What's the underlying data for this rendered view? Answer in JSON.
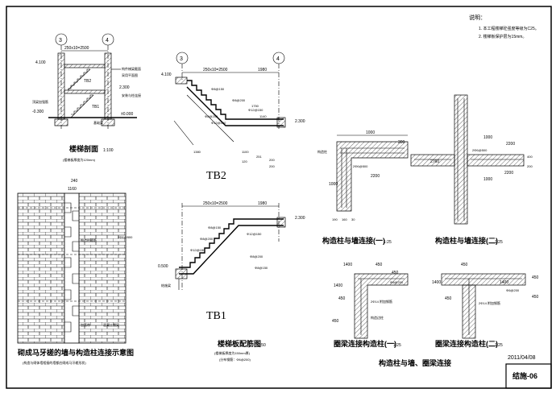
{
  "notes": {
    "heading": "说明：",
    "items": [
      "1. 本工程楼梯砼强度等级为C25。",
      "2. 楼梯板保护层为15mm。"
    ]
  },
  "section": {
    "axis_left": "3",
    "axis_right": "4",
    "dim_top": "250x10=2500",
    "title": "楼梯剖面",
    "scale": "1:100",
    "sub": "(楼梯板厚度为120mm)",
    "lvl_top": "4.100",
    "lvl_mid": "2.300",
    "lvl_low": "±0.000",
    "lvl_neg": "-0.300",
    "tb1": "TB1",
    "tb2": "TB2",
    "notes": [
      "构件梯梁截面",
      "采用平面图",
      "安装与柱连接",
      "顶梁加强筋",
      "基础梁"
    ]
  },
  "wall": {
    "title": "砌成马牙槎的墙与构造柱连接示意图",
    "sub": "(构造与砌体墙相接的墙都应砌成马牙槎形状)",
    "dim_top": "240",
    "dim_sub": "1160",
    "rebar": "2Φ6@500",
    "labels": [
      "构造柱箍筋",
      "加筋带",
      "混凝土圈梁"
    ]
  },
  "tb2": {
    "axis_left": "3",
    "axis_right": "4",
    "dims": [
      "250x10=2500",
      "1980"
    ],
    "lvl_top": "4.100",
    "lvl_right": "2.300",
    "rebars": [
      "Φ8@150",
      "Φ8@200",
      "Φ12@150",
      "Φ8@200",
      "Φ12@150"
    ],
    "dims_low": [
      "1750",
      "1140",
      "1380",
      "1100",
      "251",
      "120",
      "200",
      "200"
    ],
    "name": "TB2"
  },
  "tb1": {
    "dims": [
      "250x10=2500",
      "1980"
    ],
    "lvl_right": "2.300",
    "lvl_left": "0.500",
    "rebars": [
      "Φ8@150",
      "Φ12@150",
      "Φ8@200",
      "Φ12@150",
      "Φ8@200",
      "Φ8@150"
    ],
    "base_label": "结施梁",
    "name": "TB1"
  },
  "stair_title": {
    "title": "楼梯板配筋图",
    "scale": "1:50",
    "sub": "(楼梯板厚度为150mm厚)",
    "sub2": "(分布钢筋：Φ6@200)"
  },
  "wall_conn_1": {
    "dims": [
      "1000",
      "200",
      "2200",
      "1000",
      "190",
      "160",
      "30"
    ],
    "rebar": "2Φ6@500",
    "label": "构造柱",
    "title": "构造柱与墙连接(一)",
    "scale": "1:25"
  },
  "wall_conn_2": {
    "dims": [
      "1000",
      "2200",
      "1000",
      "2200",
      "2760",
      "400",
      "200"
    ],
    "rebar": "2Φ6@500",
    "title": "构造柱与墙连接(二)",
    "scale": "1:25"
  },
  "beam_conn_1": {
    "dims": [
      "1400",
      "450",
      "450",
      "1400",
      "450",
      "450"
    ],
    "rebar": "Φ6@200",
    "note": "2Φ14 附加钢筋",
    "label": "构造边柱",
    "title": "圈梁连接构造柱(一)",
    "scale": "1:25"
  },
  "beam_conn_2": {
    "dims": [
      "450",
      "1400",
      "1400",
      "450",
      "450",
      "450"
    ],
    "rebar": "Φ6@200",
    "note": "2Φ14 附加钢筋",
    "title": "圈梁连接构造柱(二)",
    "scale": "1:25"
  },
  "bottom_title": "构造柱与墙、圈梁连接",
  "date": "2011/04/08",
  "sheet_no": "结施-06"
}
